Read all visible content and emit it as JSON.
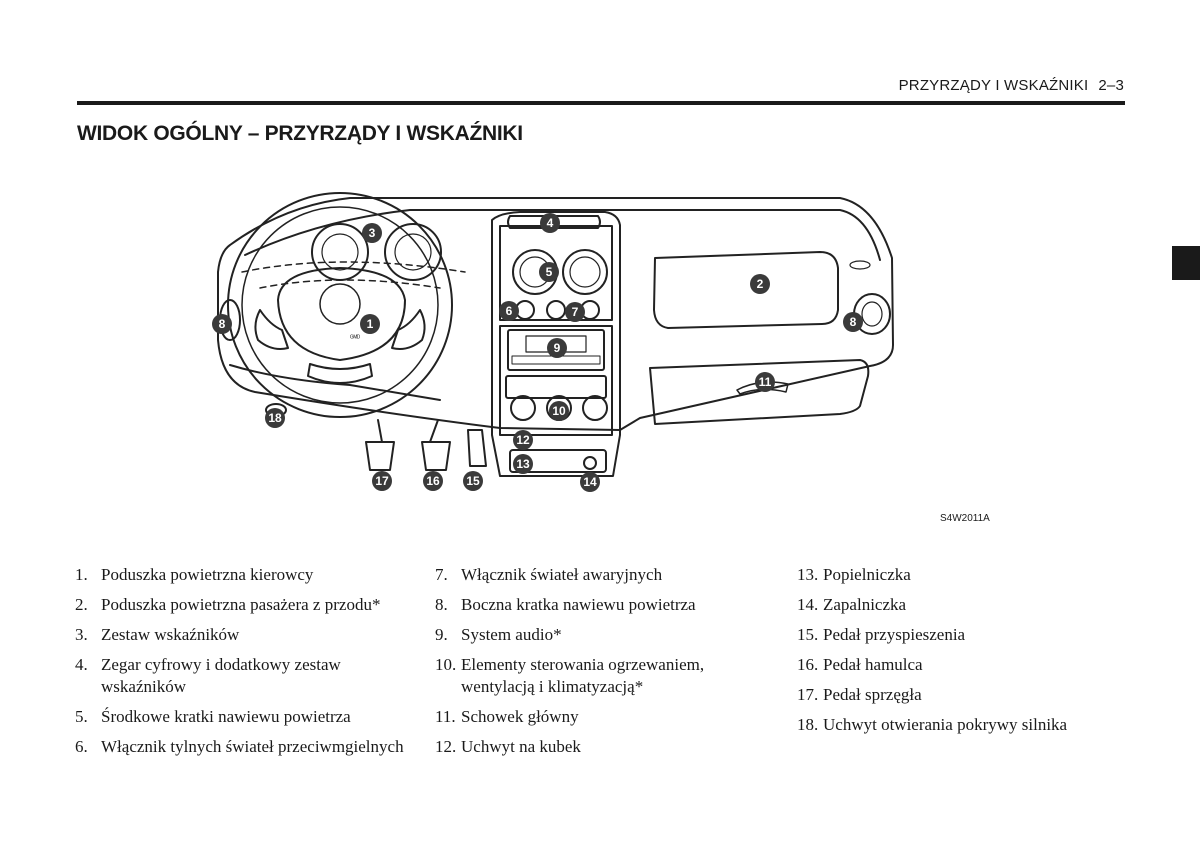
{
  "header": {
    "section": "PRZYRZĄDY I WSKAŹNIKI",
    "page": "2–3"
  },
  "title": "WIDOK OGÓLNY – PRZYRZĄDY I WSKAŹNIKI",
  "figure": {
    "code": "S4W2011A",
    "callouts": [
      "1",
      "2",
      "3",
      "4",
      "5",
      "6",
      "7",
      "8",
      "8",
      "9",
      "10",
      "11",
      "12",
      "13",
      "14",
      "15",
      "16",
      "17",
      "18"
    ],
    "steering_logo": "ᴳᴹᴰ"
  },
  "legend": {
    "col1": [
      {
        "num": "1.",
        "text": "Poduszka powietrzna kierowcy"
      },
      {
        "num": "2.",
        "text": "Poduszka powietrzna pasażera z przodu*"
      },
      {
        "num": "3.",
        "text": "Zestaw wskaźników"
      },
      {
        "num": "4.",
        "text": "Zegar cyfrowy i dodatkowy zestaw wskaźników"
      },
      {
        "num": "5.",
        "text": "Środkowe kratki nawiewu powietrza"
      },
      {
        "num": "6.",
        "text": "Włącznik tylnych świateł przeciwmgielnych"
      }
    ],
    "col2": [
      {
        "num": "7.",
        "text": "Włącznik świateł awaryjnych"
      },
      {
        "num": "8.",
        "text": "Boczna kratka nawiewu powietrza"
      },
      {
        "num": "9.",
        "text": "System audio*"
      },
      {
        "num": "10.",
        "text": "Elementy sterowania ogrzewaniem, wentylacją i klimatyzacją*"
      },
      {
        "num": "11.",
        "text": "Schowek główny"
      },
      {
        "num": "12.",
        "text": "Uchwyt na kubek"
      }
    ],
    "col3": [
      {
        "num": "13.",
        "text": "Popielniczka"
      },
      {
        "num": "14.",
        "text": "Zapalniczka"
      },
      {
        "num": "15.",
        "text": "Pedał przyspieszenia"
      },
      {
        "num": "16.",
        "text": "Pedał hamulca"
      },
      {
        "num": "17.",
        "text": "Pedał sprzęgła"
      },
      {
        "num": "18.",
        "text": "Uchwyt otwierania pokrywy silnika"
      }
    ]
  }
}
